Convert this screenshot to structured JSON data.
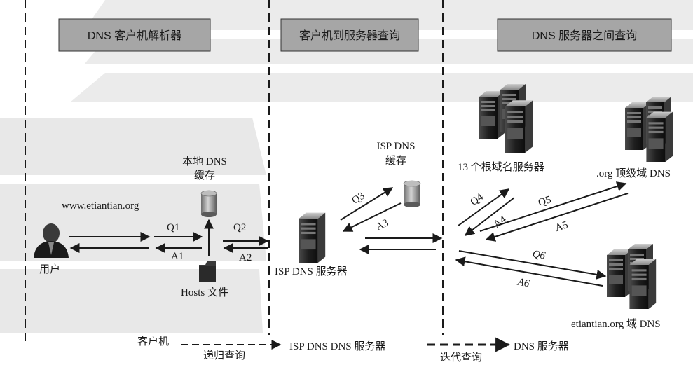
{
  "headers": {
    "client_resolver": "DNS 客户机解析器",
    "client_to_server": "客户机到服务器查询",
    "server_to_server": "DNS 服务器之间查询"
  },
  "nodes": {
    "user_label": "用户",
    "user_url": "www.etiantian.org",
    "local_cache_line1": "本地 DNS",
    "local_cache_line2": "缓存",
    "hosts_file": "Hosts 文件",
    "isp_cache_line1": "ISP DNS",
    "isp_cache_line2": "缓存",
    "isp_server": "ISP DNS 服务器",
    "root_servers": "13 个根域名服务器",
    "org_tld": ".org 顶级域 DNS",
    "domain_dns": "etiantian.org 域 DNS"
  },
  "arrows": {
    "q1": "Q1",
    "a1": "A1",
    "q2": "Q2",
    "a2": "A2",
    "q3": "Q3",
    "a3": "A3",
    "q4": "Q4",
    "a4": "A4",
    "q5": "Q5",
    "a5": "A5",
    "q6": "Q6",
    "a6": "A6"
  },
  "flow": {
    "client": "客户机",
    "recursive_query": "递归查询",
    "isp_dns_server": "ISP DNS DNS 服务器",
    "iterative_query": "迭代查询",
    "dns_server": "DNS 服务器"
  },
  "colors": {
    "header_fill": "#a6a6a6",
    "band_fill": "#e6e6e6",
    "arrow": "#1a1a1a",
    "server_dark": "#262626",
    "cylinder": "#9a9a9a"
  },
  "icons": [
    "user-icon",
    "cylinder-icon",
    "folder-icon",
    "server-icon",
    "server-group-icon"
  ]
}
